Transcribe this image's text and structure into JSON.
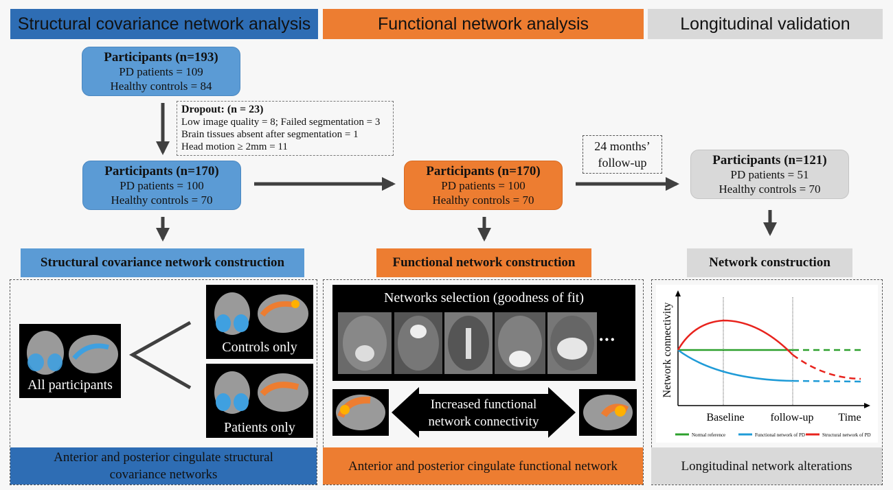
{
  "headers": {
    "structural": "Structural covariance network analysis",
    "functional": "Functional network analysis",
    "longitudinal": "Longitudinal validation"
  },
  "participants_initial": {
    "title": "Participants (n=193)",
    "line1": "PD patients = 109",
    "line2": "Healthy controls = 84"
  },
  "dropout": {
    "title": "Dropout: (n = 23)",
    "line1": "Low image quality = 8; Failed segmentation = 3",
    "line2": "Brain tissues absent after segmentation = 1",
    "line3": "Head motion ≥ 2mm = 11"
  },
  "participants_structural": {
    "title": "Participants (n=170)",
    "line1": "PD patients = 100",
    "line2": "Healthy controls = 70"
  },
  "participants_functional": {
    "title": "Participants  (n=170)",
    "line1": "PD patients  = 100",
    "line2": "Healthy controls = 70"
  },
  "followup": {
    "line1": "24 months’",
    "line2": "follow-up"
  },
  "participants_longitudinal": {
    "title": "Participants  (n=121)",
    "line1": "PD patients  = 51",
    "line2": "Healthy controls = 70"
  },
  "construction": {
    "structural": "Structural covariance network construction",
    "functional": "Functional network construction",
    "longitudinal": "Network construction"
  },
  "structural_panel": {
    "all": "All participants",
    "controls": "Controls only",
    "patients": "Patients only"
  },
  "functional_panel": {
    "selection": "Networks selection (goodness of fit)",
    "ellipsis": "•••",
    "increased_line1": "Increased functional",
    "increased_line2": "network connectivity"
  },
  "chart_data": {
    "type": "line",
    "ylabel": "Network connectivity",
    "x_ticks": [
      "Baseline",
      "follow-up",
      "Time"
    ],
    "series": [
      {
        "name": "Normal reference",
        "color": "#2ca02c",
        "trend": "flat"
      },
      {
        "name": "Functional network of PD",
        "color": "#1f9bd7",
        "trend": "decreasing"
      },
      {
        "name": "Structural network of PD",
        "color": "#e8231d",
        "trend": "rise then decrease"
      }
    ]
  },
  "footers": {
    "structural_line1": "Anterior and posterior cingulate structural",
    "structural_line2": "covariance networks",
    "functional": "Anterior and posterior cingulate functional network",
    "longitudinal": "Longitudinal network alterations"
  },
  "colors": {
    "blue_header": "#2e6db4",
    "blue_box": "#5b9bd5",
    "orange": "#ed7d31",
    "gray": "#d9d9d9"
  }
}
